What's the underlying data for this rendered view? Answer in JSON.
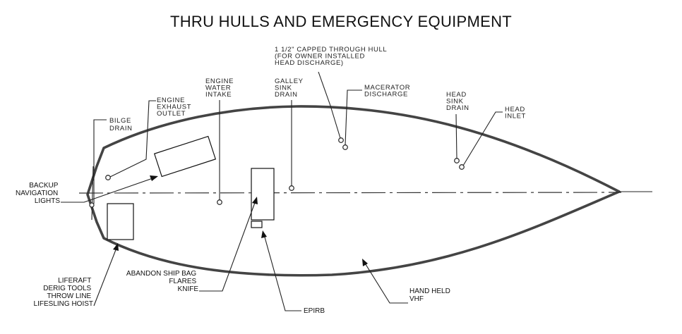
{
  "title": "THRU HULLS AND EMERGENCY EQUIPMENT",
  "labels": {
    "bilge_drain": [
      "BILGE",
      "DRAIN"
    ],
    "engine_exhaust": [
      "ENGINE",
      "EXHAUST",
      "OUTLET"
    ],
    "engine_water_intake": [
      "ENGINE",
      "WATER",
      "INTAKE"
    ],
    "galley_sink_drain": [
      "GALLEY",
      "SINK",
      "DRAIN"
    ],
    "capped_through_hull": [
      "1 1/2\" CAPPED THROUGH HULL",
      "(FOR OWNER INSTALLED",
      "HEAD DISCHARGE)"
    ],
    "macerator_discharge": [
      "MACERATOR",
      "DISCHARGE"
    ],
    "head_sink_drain": [
      "HEAD",
      "SINK",
      "DRAIN"
    ],
    "head_inlet": [
      "HEAD",
      "INLET"
    ],
    "backup_nav_lights": [
      "BACKUP",
      "NAVIGATION",
      "LIGHTS"
    ],
    "liferaft_group": [
      "LIFERAFT",
      "DERIG TOOLS",
      "THROW LINE",
      "LIFESLING HOIST"
    ],
    "abandon_ship_group": [
      "ABANDON SHIP BAG",
      "FLARES",
      "KNIFE"
    ],
    "epirb": "EPIRB",
    "handheld_vhf": [
      "HAND HELD",
      "VHF"
    ]
  }
}
